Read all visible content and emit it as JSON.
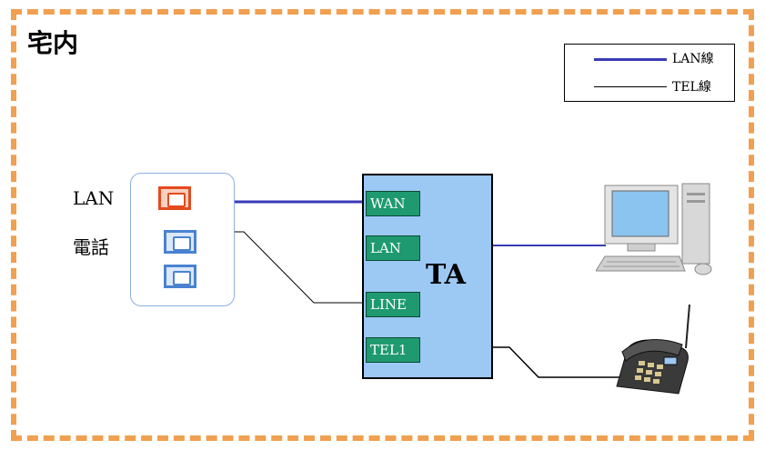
{
  "title": "宅内",
  "legend": {
    "lan_line": "LAN線",
    "tel_line": "TEL線"
  },
  "outlet_labels": {
    "lan": "LAN",
    "phone": "電話"
  },
  "ta": {
    "name": "TA",
    "ports": [
      "WAN",
      "LAN",
      "LINE",
      "TEL1"
    ]
  },
  "devices": [
    "computer-icon",
    "telephone-icon"
  ],
  "colors": {
    "frame": "#f0a050",
    "lan_line": "#3a3ab8",
    "tel_line": "#000000",
    "ta_box": "#9cc8f4",
    "port": "#1f9a70",
    "lan_jack": "#e44a1e",
    "tel_jack": "#4a82d0"
  }
}
